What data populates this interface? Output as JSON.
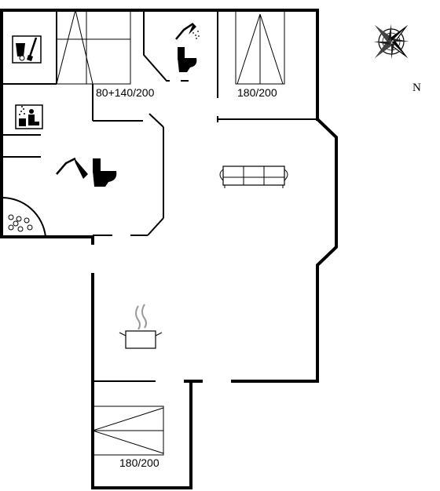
{
  "bed_labels": {
    "upper_left_stairs": "80+140/200",
    "upper_right_bedroom": "180/200",
    "lower_bedroom": "180/200"
  },
  "compass": {
    "north_label": "N"
  },
  "icons": {
    "utility": "broom-bucket-icon",
    "sauna": "sauna-icon",
    "shower_upper": "shower-icon",
    "toilet_upper": "toilet-icon",
    "shower_bath": "shower-icon",
    "toilet_bath": "toilet-icon",
    "whirlpool": "whirlpool-icon",
    "sofa": "sofa-icon",
    "kitchen": "cooking-pot-icon",
    "compass": "compass-rose-icon"
  },
  "colors": {
    "wall": "#000000",
    "background": "#ffffff"
  }
}
